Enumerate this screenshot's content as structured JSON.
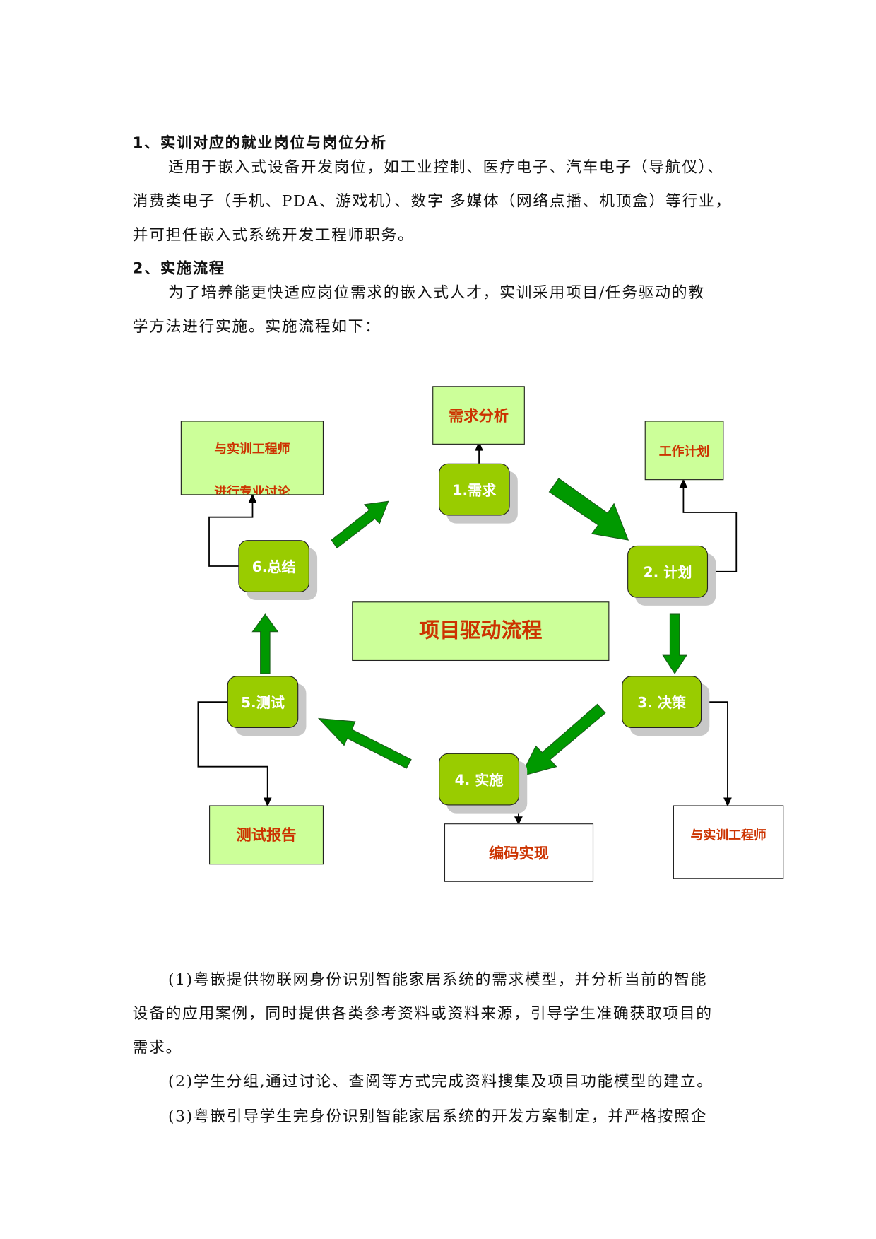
{
  "section1": {
    "heading": "1、实训对应的就业岗位与岗位分析",
    "lines": [
      "适用于嵌入式设备开发岗位，如工业控制、医疗电子、汽车电子（导航仪）、",
      "消费类电子（手机、PDA、游戏机）、数字 多媒体（网络点播、机顶盒）等行业，",
      "并可担任嵌入式系统开发工程师职务。"
    ]
  },
  "section2": {
    "heading": "2、实施流程",
    "lines": [
      "为了培养能更快适应岗位需求的嵌入式人才，实训采用项目/任务驱动的教",
      "学方法进行实施。实施流程如下："
    ]
  },
  "diagram": {
    "center": "项目驱动流程",
    "steps": [
      "1.需求",
      "2. 计划",
      "3. 决策",
      "4. 实施",
      "5.测试",
      "6.总结"
    ],
    "outputs": {
      "demand": "需求分析",
      "plan": "工作计划",
      "decision": "与实训工程师",
      "implement": "编码实现",
      "test": "测试报告",
      "summary_l1": "与实训工程师",
      "summary_l2": "进行专业讨论"
    }
  },
  "body": {
    "lines": [
      "(1)粤嵌提供物联网身份识别智能家居系统的需求模型，并分析当前的智能",
      "设备的应用案例，同时提供各类参考资料或资料来源，引导学生准确获取项目的",
      "需求。",
      "(2)学生分组,通过讨论、查阅等方式完成资料搜集及项目功能模型的建立。",
      "(3)粤嵌引导学生完身份识别智能家居系统的开发方案制定，并严格按照企"
    ]
  }
}
